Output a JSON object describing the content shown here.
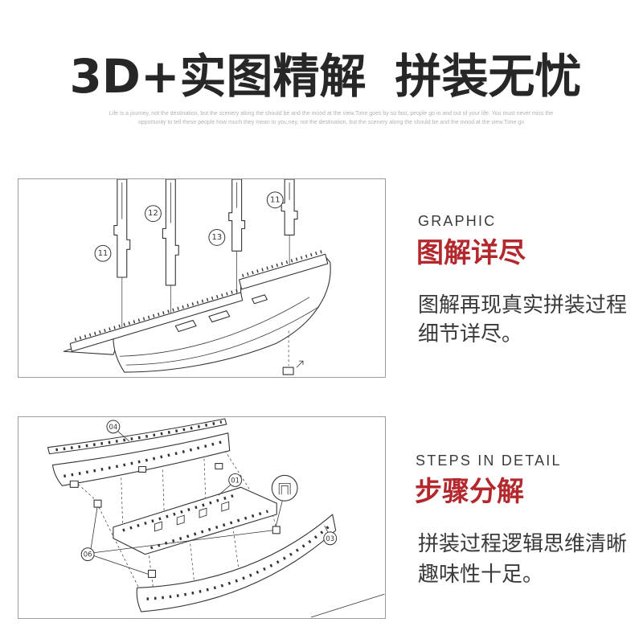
{
  "header": {
    "title_main": "3D+实图精解",
    "title_sub": "拼装无忧",
    "tagline_line1": "Life is a journey, not the destination, but the scenery along the should be and the mood at the view.Time goes by so fast, people go in and out of your life. You must never miss the",
    "tagline_line2": "opportunity to tell these people how much they mean to you,ney, not the destination, but the scenery along the should be and the mood at the view.Time go"
  },
  "features": [
    {
      "label_en": "GRAPHIC",
      "title_cn": "图解详尽",
      "desc_line1": "图解再现真实拼装过程",
      "desc_line2": "细节详尽。",
      "diagram_callouts": [
        "11",
        "12",
        "13",
        "11"
      ]
    },
    {
      "label_en": "STEPS IN DETAIL",
      "title_cn": "步骤分解",
      "desc_line1": "拼装过程逻辑思维清晰",
      "desc_line2": "趣味性十足。",
      "diagram_callouts": [
        "04",
        "01",
        "06",
        "03"
      ]
    }
  ],
  "colors": {
    "background": "#ffffff",
    "title": "#272727",
    "accent_red": "#b3282c",
    "body_text": "#3a3a3a",
    "tagline": "#b2b2b2",
    "line_art": "#333333",
    "panel_border": "#9c9c9c"
  }
}
